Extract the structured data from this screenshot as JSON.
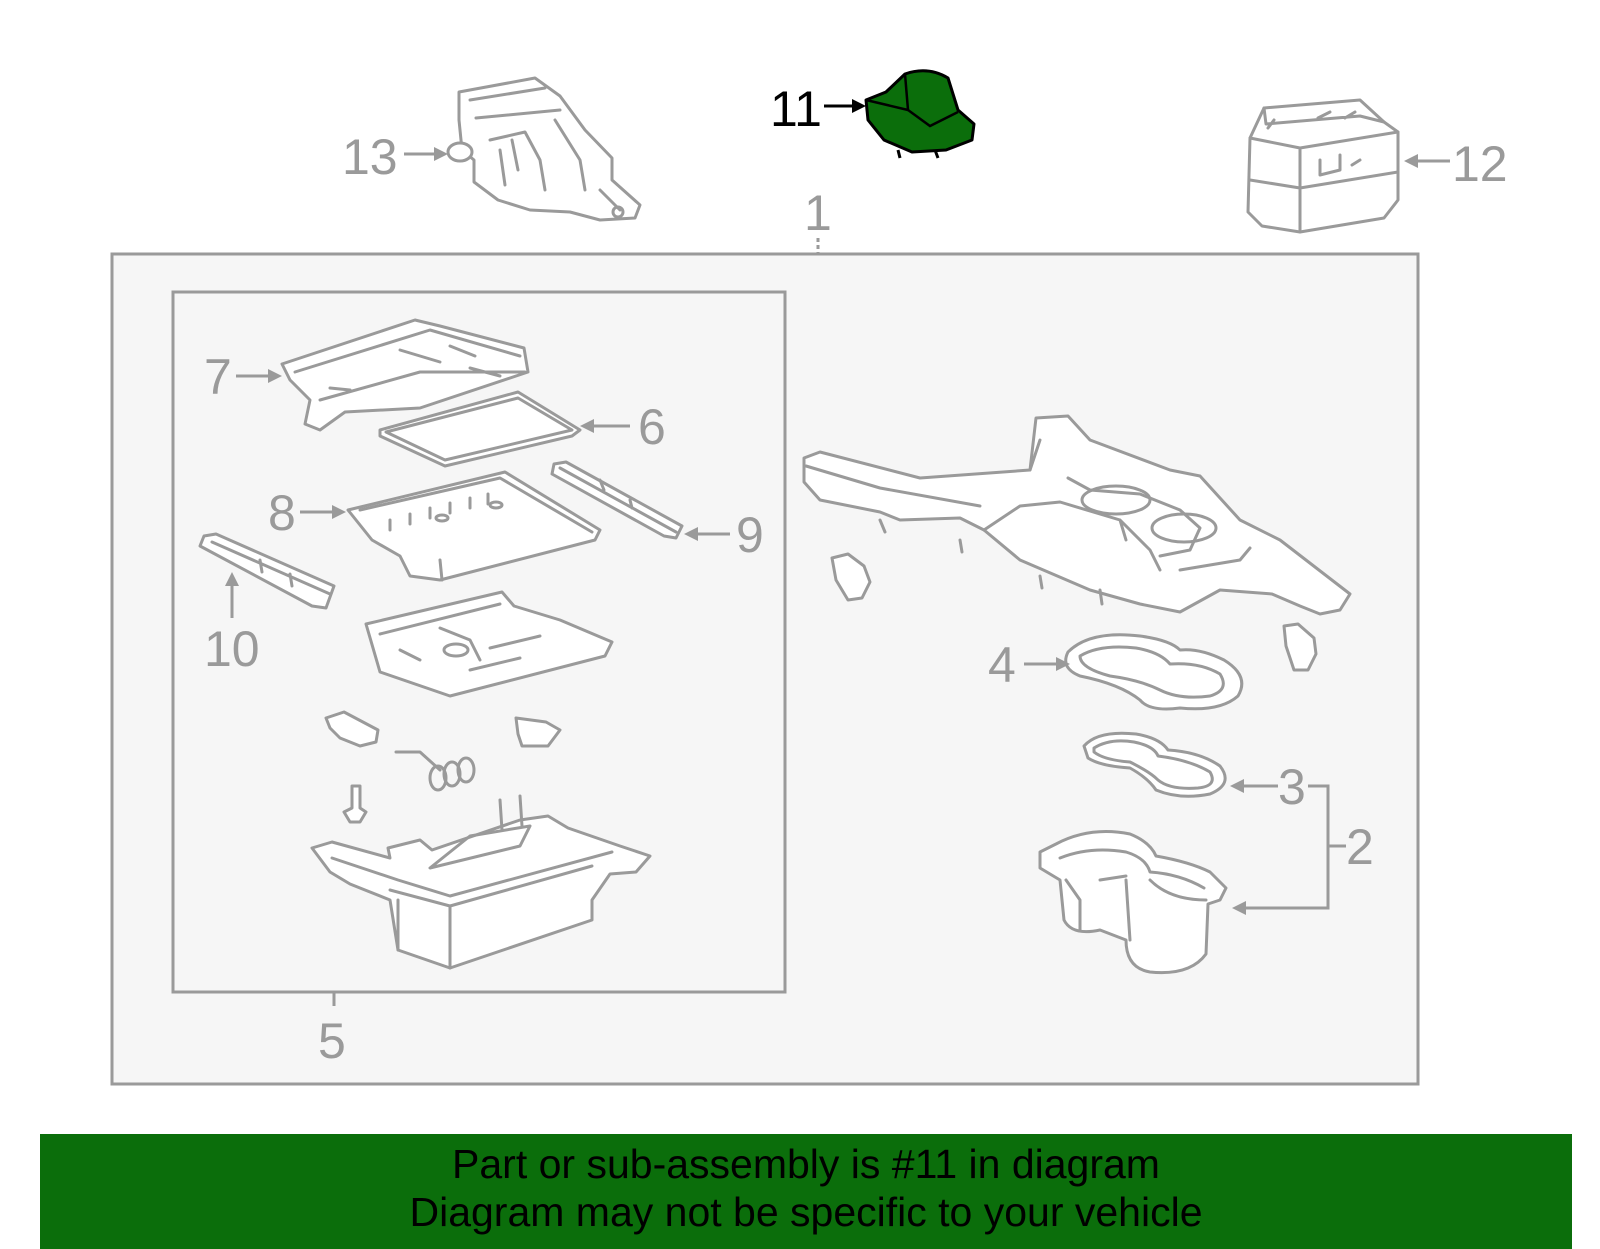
{
  "diagram": {
    "highlight_color": "#0b6e0b",
    "callouts": {
      "c1": "1",
      "c2": "2",
      "c3": "3",
      "c4": "4",
      "c5": "5",
      "c6": "6",
      "c7": "7",
      "c8": "8",
      "c9": "9",
      "c10": "10",
      "c11": "11",
      "c12": "12",
      "c13": "13"
    },
    "highlighted_part": "11"
  },
  "banner": {
    "line1": "Part or sub-assembly is #11 in diagram",
    "line2": "Diagram may not be specific to your vehicle",
    "background": "#0b6e0b"
  }
}
